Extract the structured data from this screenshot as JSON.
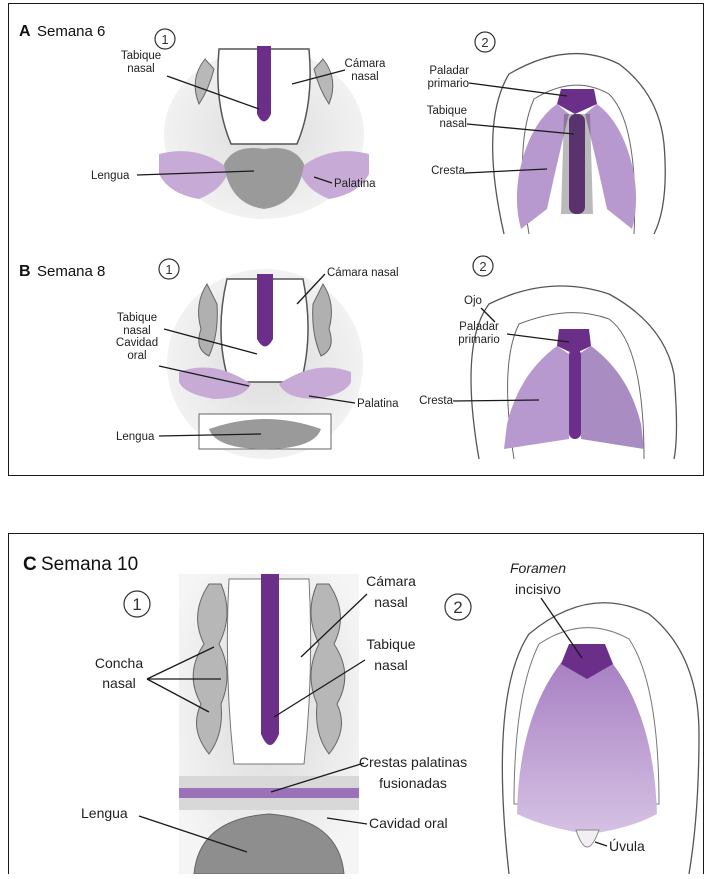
{
  "colors": {
    "purple_dark": "#6b2f8a",
    "purple_light": "#c7abd6",
    "purple_mid": "#a680c0",
    "gray_tissue": "#a9a9a9",
    "gray_light": "#cfcfcf",
    "stipple": "#e6e6e6"
  },
  "panel_a": {
    "letter": "A",
    "week": "Semana 6",
    "num1": "1",
    "num2": "2",
    "tabique_nasal_1": "Tabique",
    "tabique_nasal_2": "nasal",
    "camara_nasal_1": "Cámara",
    "camara_nasal_2": "nasal",
    "lengua": "Lengua",
    "palatina": "Palatina",
    "paladar_primario_1": "Paladar",
    "paladar_primario_2": "primario",
    "tabique_r_1": "Tabique",
    "tabique_r_2": "nasal",
    "cresta": "Cresta"
  },
  "panel_b": {
    "letter": "B",
    "week": "Semana 8",
    "num1": "1",
    "num2": "2",
    "camara_nasal": "Cámara nasal",
    "tabique_nasal_1": "Tabique",
    "tabique_nasal_2": "nasal",
    "cavidad_oral_1": "Cavidad",
    "cavidad_oral_2": "oral",
    "palatina": "Palatina",
    "lengua": "Lengua",
    "ojo": "Ojo",
    "paladar_primario_1": "Paladar",
    "paladar_primario_2": "primario",
    "cresta": "Cresta"
  },
  "panel_c": {
    "letter": "C",
    "week": "Semana 10",
    "num1": "1",
    "num2": "2",
    "concha_nasal_1": "Concha",
    "concha_nasal_2": "nasal",
    "camara_nasal_1": "Cámara",
    "camara_nasal_2": "nasal",
    "tabique_nasal_1": "Tabique",
    "tabique_nasal_2": "nasal",
    "crestas_1": "Crestas palatinas",
    "crestas_2": "fusionadas",
    "lengua": "Lengua",
    "cavidad_oral": "Cavidad oral",
    "foramen_1": "Foramen",
    "foramen_2": "incisivo",
    "uvula": "Úvula"
  }
}
